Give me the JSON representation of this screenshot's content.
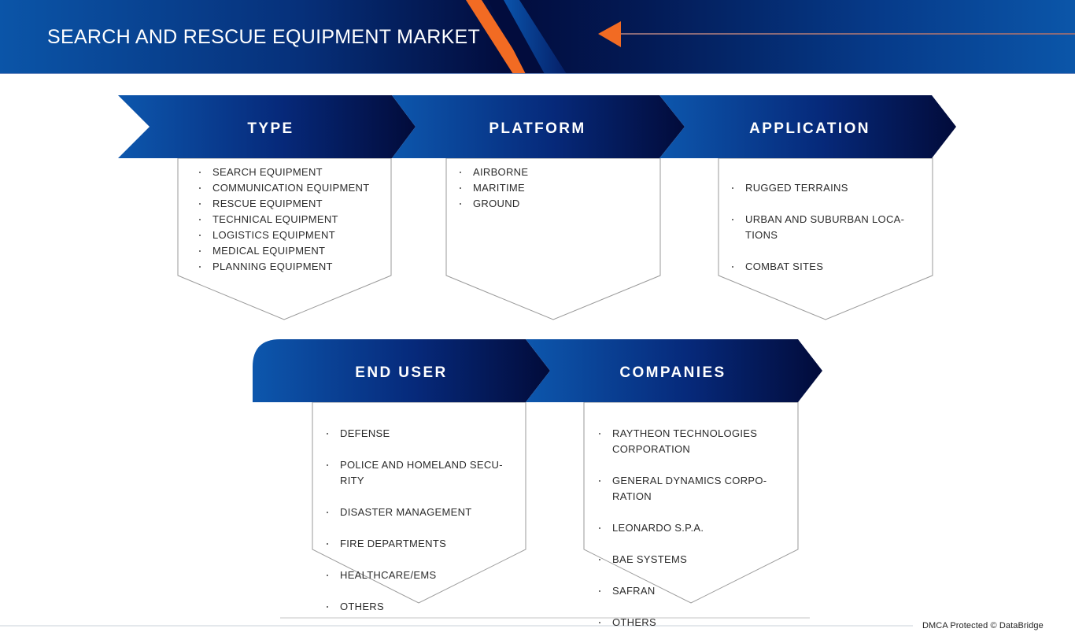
{
  "header": {
    "title": "SEARCH AND RESCUE EQUIPMENT MARKET",
    "accent_color": "#f26b23",
    "navy_color": "#020c3d",
    "blue_color": "#0b55a8"
  },
  "segments": [
    {
      "title": "TYPE",
      "items": [
        "SEARCH EQUIPMENT",
        "COMMUNICATION EQUIPMENT",
        "RESCUE EQUIPMENT",
        "TECHNICAL EQUIPMENT",
        "LOGISTICS EQUIPMENT",
        "MEDICAL EQUIPMENT",
        "PLANNING EQUIPMENT"
      ]
    },
    {
      "title": "PLATFORM",
      "items": [
        "AIRBORNE",
        "MARITIME",
        "GROUND"
      ]
    },
    {
      "title": "APPLICATION",
      "items": [
        "RUGGED TERRAINS",
        "URBAN AND SUBURBAN LOCA-\nTIONS",
        "COMBAT SITES"
      ]
    },
    {
      "title": "END USER",
      "items": [
        "DEFENSE",
        "POLICE AND HOMELAND SECU-\nRITY",
        "DISASTER MANAGEMENT",
        "FIRE DEPARTMENTS",
        "HEALTHCARE/EMS",
        "OTHERS"
      ]
    },
    {
      "title": "COMPANIES",
      "items": [
        "RAYTHEON TECHNOLOGIES\nCORPORATION",
        "GENERAL DYNAMICS CORPO-\nRATION",
        "LEONARDO S.P.A.",
        "BAE SYSTEMS",
        "SAFRAN",
        "OTHERS"
      ]
    }
  ],
  "footer": {
    "text": "DMCA Protected © DataBridge"
  }
}
